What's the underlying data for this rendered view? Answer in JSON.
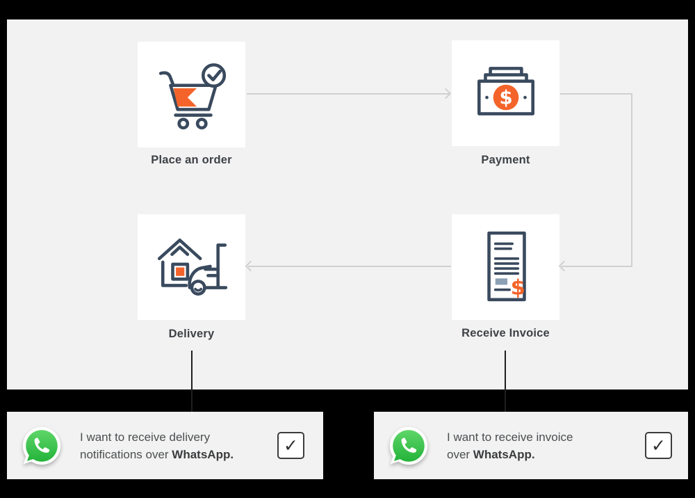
{
  "theme": {
    "background": "#000000",
    "panel_bg": "#f2f2f2",
    "tile_bg": "#ffffff",
    "icon_stroke": "#3a4a5e",
    "accent_orange": "#f4642a",
    "slate_fill": "#8ba1b4",
    "connector_gray": "#d0d0d0",
    "arrow_black": "#1f1f1f",
    "whatsapp_green_top": "#5fd669",
    "whatsapp_green_bottom": "#23b33a",
    "label_color": "#3e4145",
    "body_text": "#4b4e50"
  },
  "flow": {
    "steps": [
      {
        "id": "place-order",
        "label": "Place an order",
        "icon": "cart-check-icon"
      },
      {
        "id": "payment",
        "label": "Payment",
        "icon": "cash-dollar-icon"
      },
      {
        "id": "receive-invoice",
        "label": "Receive Invoice",
        "icon": "invoice-icon"
      },
      {
        "id": "delivery",
        "label": "Delivery",
        "icon": "house-truck-icon"
      }
    ]
  },
  "options": [
    {
      "line1": "I want to receive delivery",
      "line2_prefix": "notifications over ",
      "line2_brand": "WhatsApp.",
      "checked": true,
      "icon": "whatsapp-icon"
    },
    {
      "line1": "I want to receive invoice",
      "line2_prefix": "over ",
      "line2_brand": "WhatsApp.",
      "checked": true,
      "icon": "whatsapp-icon"
    }
  ],
  "ui": {
    "checkmark": "✓"
  }
}
